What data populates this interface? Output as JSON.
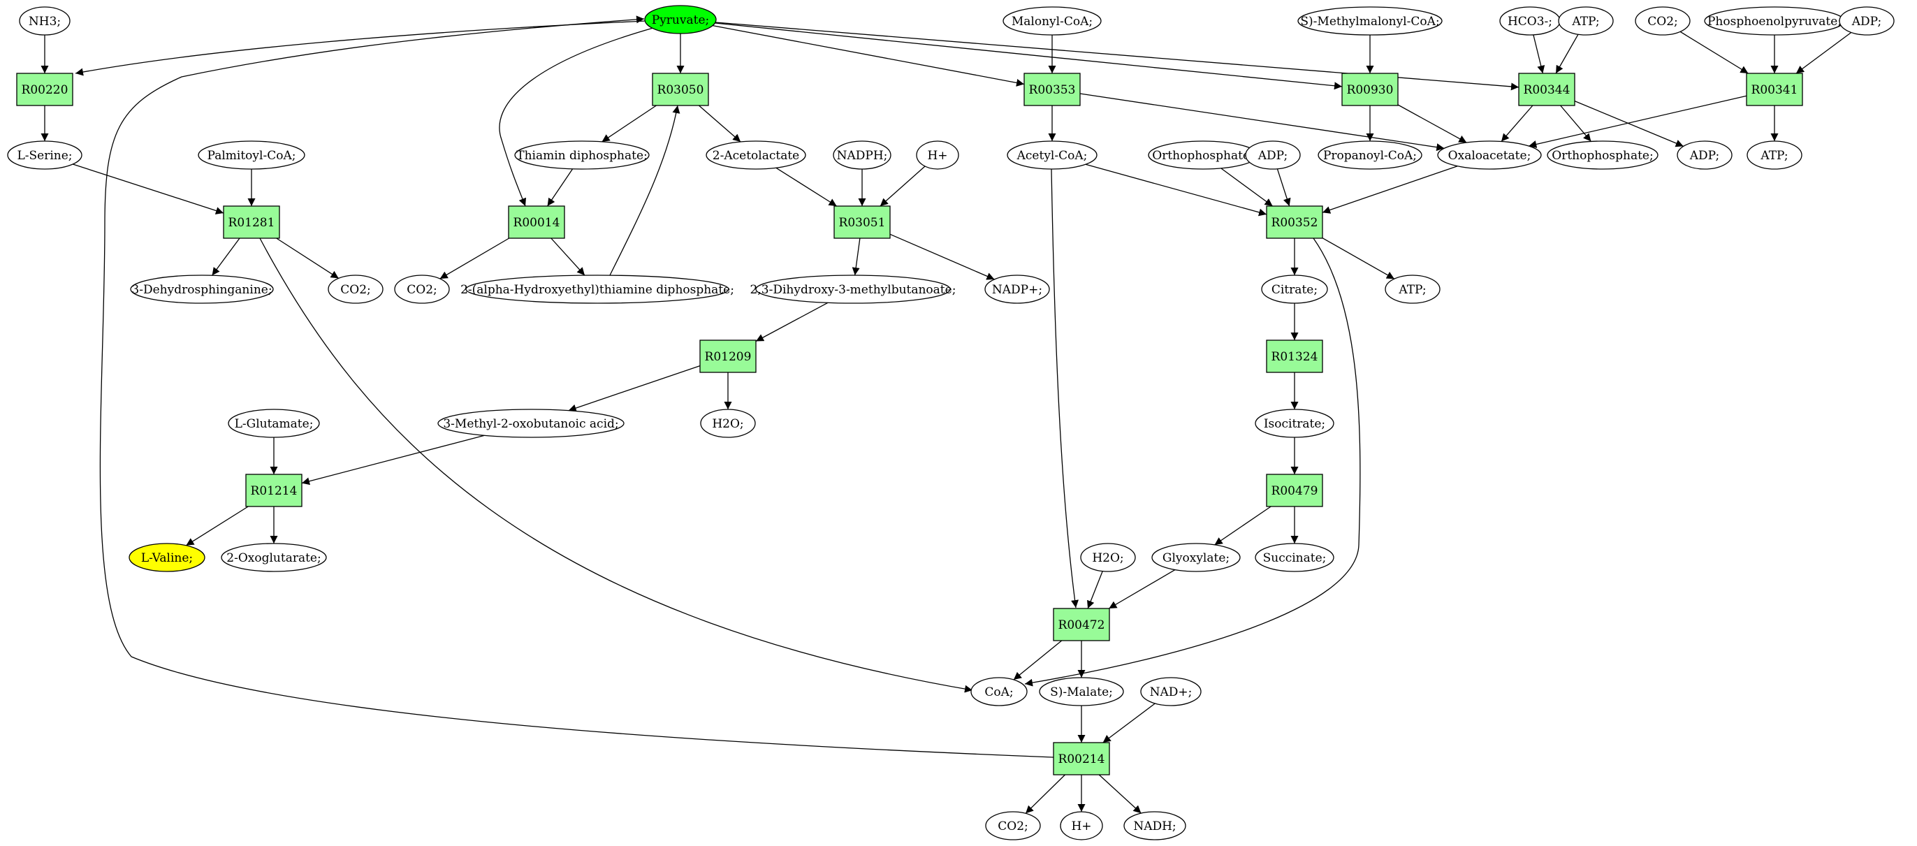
{
  "colors": {
    "reaction_fill": "#98fb98",
    "compound_fill": "#ffffff",
    "source_fill": "#00ff00",
    "target_fill": "#ffff00",
    "stroke": "#000000"
  },
  "nodes": [
    {
      "id": "pyruvate",
      "label": "Pyruvate;",
      "kind": "source"
    },
    {
      "id": "nh3",
      "label": "NH3;",
      "kind": "compound"
    },
    {
      "id": "malonylcoa",
      "label": "Malonyl-CoA;",
      "kind": "compound"
    },
    {
      "id": "smethylmalonylcoa",
      "label": "S)-Methylmalonyl-CoA;",
      "kind": "compound"
    },
    {
      "id": "hco3",
      "label": "HCO3-;",
      "kind": "compound"
    },
    {
      "id": "atp_top",
      "label": "ATP;",
      "kind": "compound"
    },
    {
      "id": "co2_top",
      "label": "CO2;",
      "kind": "compound"
    },
    {
      "id": "pep",
      "label": "Phosphoenolpyruvate;",
      "kind": "compound"
    },
    {
      "id": "adp_top",
      "label": "ADP;",
      "kind": "compound"
    },
    {
      "id": "R00220",
      "label": "R00220",
      "kind": "reaction"
    },
    {
      "id": "R03050",
      "label": "R03050",
      "kind": "reaction"
    },
    {
      "id": "R00353",
      "label": "R00353",
      "kind": "reaction"
    },
    {
      "id": "R00930",
      "label": "R00930",
      "kind": "reaction"
    },
    {
      "id": "R00344",
      "label": "R00344",
      "kind": "reaction"
    },
    {
      "id": "R00341",
      "label": "R00341",
      "kind": "reaction"
    },
    {
      "id": "lserine",
      "label": "L-Serine;",
      "kind": "compound"
    },
    {
      "id": "palmitoylcoa",
      "label": "Palmitoyl-CoA;",
      "kind": "compound"
    },
    {
      "id": "thiamindp",
      "label": "Thiamin diphosphate;",
      "kind": "compound"
    },
    {
      "id": "acetolactate",
      "label": "2-Acetolactate",
      "kind": "compound"
    },
    {
      "id": "nadph",
      "label": "NADPH;",
      "kind": "compound"
    },
    {
      "id": "hplus_mid",
      "label": "H+",
      "kind": "compound"
    },
    {
      "id": "acetylcoa",
      "label": "Acetyl-CoA;",
      "kind": "compound"
    },
    {
      "id": "orthophosphate_mid",
      "label": "Orthophosphate;",
      "kind": "compound"
    },
    {
      "id": "adp_mid",
      "label": "ADP;",
      "kind": "compound"
    },
    {
      "id": "propanoylcoa",
      "label": "Propanoyl-CoA;",
      "kind": "compound"
    },
    {
      "id": "oxaloacetate",
      "label": "Oxaloacetate;",
      "kind": "compound"
    },
    {
      "id": "orthophosphate_right",
      "label": "Orthophosphate;",
      "kind": "compound"
    },
    {
      "id": "adp_right",
      "label": "ADP;",
      "kind": "compound"
    },
    {
      "id": "atp_right",
      "label": "ATP;",
      "kind": "compound"
    },
    {
      "id": "R01281",
      "label": "R01281",
      "kind": "reaction"
    },
    {
      "id": "R00014",
      "label": "R00014",
      "kind": "reaction"
    },
    {
      "id": "R03051",
      "label": "R03051",
      "kind": "reaction"
    },
    {
      "id": "R00352",
      "label": "R00352",
      "kind": "reaction"
    },
    {
      "id": "dehydrosphinganine",
      "label": "3-Dehydrosphinganine;",
      "kind": "compound"
    },
    {
      "id": "co2_a",
      "label": "CO2;",
      "kind": "compound"
    },
    {
      "id": "co2_b",
      "label": "CO2;",
      "kind": "compound"
    },
    {
      "id": "hydroxyethyltdp",
      "label": "2-(alpha-Hydroxyethyl)thiamine diphosphate;",
      "kind": "compound"
    },
    {
      "id": "dihydroxymethylbutanoate",
      "label": "2,3-Dihydroxy-3-methylbutanoate;",
      "kind": "compound"
    },
    {
      "id": "nadp",
      "label": "NADP+;",
      "kind": "compound"
    },
    {
      "id": "citrate",
      "label": "Citrate;",
      "kind": "compound"
    },
    {
      "id": "atp_mid",
      "label": "ATP;",
      "kind": "compound"
    },
    {
      "id": "R01209",
      "label": "R01209",
      "kind": "reaction"
    },
    {
      "id": "R01324",
      "label": "R01324",
      "kind": "reaction"
    },
    {
      "id": "lglutamate",
      "label": "L-Glutamate;",
      "kind": "compound"
    },
    {
      "id": "methyloxobutanoate",
      "label": "3-Methyl-2-oxobutanoic acid;",
      "kind": "compound"
    },
    {
      "id": "h2o_a",
      "label": "H2O;",
      "kind": "compound"
    },
    {
      "id": "isocitrate",
      "label": "Isocitrate;",
      "kind": "compound"
    },
    {
      "id": "R01214",
      "label": "R01214",
      "kind": "reaction"
    },
    {
      "id": "R00479",
      "label": "R00479",
      "kind": "reaction"
    },
    {
      "id": "lvaline",
      "label": "L-Valine;",
      "kind": "target"
    },
    {
      "id": "oxoglutarate",
      "label": "2-Oxoglutarate;",
      "kind": "compound"
    },
    {
      "id": "h2o_b",
      "label": "H2O;",
      "kind": "compound"
    },
    {
      "id": "glyoxylate",
      "label": "Glyoxylate;",
      "kind": "compound"
    },
    {
      "id": "succinate",
      "label": "Succinate;",
      "kind": "compound"
    },
    {
      "id": "R00472",
      "label": "R00472",
      "kind": "reaction"
    },
    {
      "id": "coa",
      "label": "CoA;",
      "kind": "compound"
    },
    {
      "id": "smalate",
      "label": "S)-Malate;",
      "kind": "compound"
    },
    {
      "id": "nad",
      "label": "NAD+;",
      "kind": "compound"
    },
    {
      "id": "R00214",
      "label": "R00214",
      "kind": "reaction"
    },
    {
      "id": "co2_c",
      "label": "CO2;",
      "kind": "compound"
    },
    {
      "id": "hplus_bot",
      "label": "H+",
      "kind": "compound"
    },
    {
      "id": "nadh",
      "label": "NADH;",
      "kind": "compound"
    }
  ],
  "edges": [
    [
      "nh3",
      "R00220"
    ],
    [
      "pyruvate",
      "R00220"
    ],
    [
      "R00220",
      "lserine"
    ],
    [
      "pyruvate",
      "R03050"
    ],
    [
      "R03050",
      "thiamindp"
    ],
    [
      "R03050",
      "acetolactate"
    ],
    [
      "pyruvate",
      "R00353"
    ],
    [
      "malonylcoa",
      "R00353"
    ],
    [
      "R00353",
      "acetylcoa"
    ],
    [
      "R00353",
      "oxaloacetate"
    ],
    [
      "pyruvate",
      "R00930"
    ],
    [
      "smethylmalonylcoa",
      "R00930"
    ],
    [
      "R00930",
      "propanoylcoa"
    ],
    [
      "R00930",
      "oxaloacetate"
    ],
    [
      "pyruvate",
      "R00344"
    ],
    [
      "hco3",
      "R00344"
    ],
    [
      "atp_top",
      "R00344"
    ],
    [
      "R00344",
      "oxaloacetate"
    ],
    [
      "R00344",
      "orthophosphate_right"
    ],
    [
      "R00344",
      "adp_right"
    ],
    [
      "co2_top",
      "R00341"
    ],
    [
      "pep",
      "R00341"
    ],
    [
      "adp_top",
      "R00341"
    ],
    [
      "R00341",
      "oxaloacetate"
    ],
    [
      "R00341",
      "atp_right"
    ],
    [
      "lserine",
      "R01281"
    ],
    [
      "palmitoylcoa",
      "R01281"
    ],
    [
      "R01281",
      "dehydrosphinganine"
    ],
    [
      "R01281",
      "co2_a"
    ],
    [
      "R01281",
      "coa"
    ],
    [
      "pyruvate",
      "R00014"
    ],
    [
      "thiamindp",
      "R00014"
    ],
    [
      "R00014",
      "co2_b"
    ],
    [
      "R00014",
      "hydroxyethyltdp"
    ],
    [
      "hydroxyethyltdp",
      "R03050"
    ],
    [
      "acetolactate",
      "R03051"
    ],
    [
      "nadph",
      "R03051"
    ],
    [
      "hplus_mid",
      "R03051"
    ],
    [
      "R03051",
      "dihydroxymethylbutanoate"
    ],
    [
      "R03051",
      "nadp"
    ],
    [
      "acetylcoa",
      "R00352"
    ],
    [
      "orthophosphate_mid",
      "R00352"
    ],
    [
      "adp_mid",
      "R00352"
    ],
    [
      "oxaloacetate",
      "R00352"
    ],
    [
      "R00352",
      "citrate"
    ],
    [
      "R00352",
      "atp_mid"
    ],
    [
      "R00352",
      "coa"
    ],
    [
      "dihydroxymethylbutanoate",
      "R01209"
    ],
    [
      "R01209",
      "methyloxobutanoate"
    ],
    [
      "R01209",
      "h2o_a"
    ],
    [
      "citrate",
      "R01324"
    ],
    [
      "R01324",
      "isocitrate"
    ],
    [
      "lglutamate",
      "R01214"
    ],
    [
      "methyloxobutanoate",
      "R01214"
    ],
    [
      "R01214",
      "lvaline"
    ],
    [
      "R01214",
      "oxoglutarate"
    ],
    [
      "isocitrate",
      "R00479"
    ],
    [
      "R00479",
      "glyoxylate"
    ],
    [
      "R00479",
      "succinate"
    ],
    [
      "acetylcoa",
      "R00472"
    ],
    [
      "h2o_b",
      "R00472"
    ],
    [
      "glyoxylate",
      "R00472"
    ],
    [
      "R00472",
      "coa"
    ],
    [
      "R00472",
      "smalate"
    ],
    [
      "smalate",
      "R00214"
    ],
    [
      "nad",
      "R00214"
    ],
    [
      "R00214",
      "co2_c"
    ],
    [
      "R00214",
      "hplus_bot"
    ],
    [
      "R00214",
      "nadh"
    ],
    [
      "R00214",
      "pyruvate"
    ]
  ]
}
